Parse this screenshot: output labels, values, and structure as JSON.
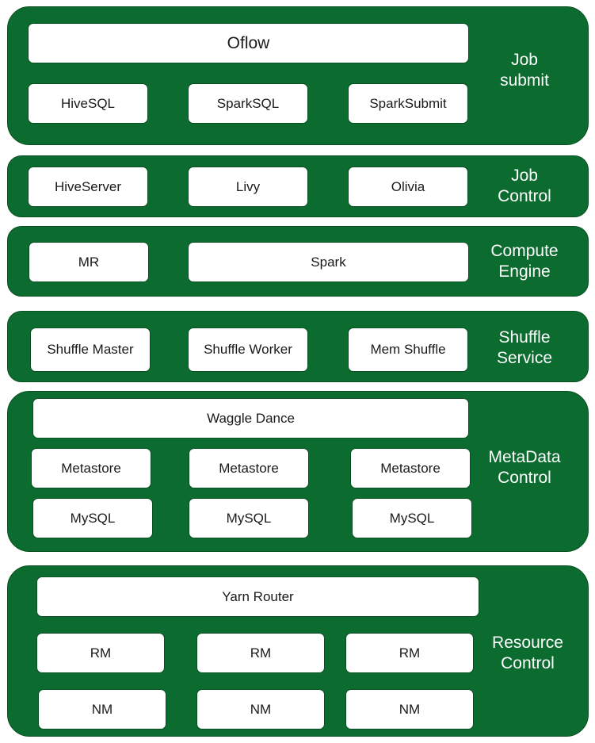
{
  "colors": {
    "layer_fill": "#0c6b2e",
    "box_fill": "#ffffff",
    "layer_text": "#ffffff"
  },
  "layers": {
    "job_submit": {
      "label": [
        "Job",
        "submit"
      ],
      "boxes": {
        "oflow": "Oflow",
        "hivesql": "HiveSQL",
        "sparksql": "SparkSQL",
        "sparksubmit": "SparkSubmit"
      }
    },
    "job_control": {
      "label": [
        "Job",
        "Control"
      ],
      "boxes": {
        "hiveserver": "HiveServer",
        "livy": "Livy",
        "olivia": "Olivia"
      }
    },
    "compute_engine": {
      "label": [
        "Compute",
        "Engine"
      ],
      "boxes": {
        "mr": "MR",
        "spark": "Spark"
      }
    },
    "shuffle_service": {
      "label": [
        "Shuffle",
        "Service"
      ],
      "boxes": {
        "shuffle_master": "Shuffle Master",
        "shuffle_worker": "Shuffle Worker",
        "mem_shuffle": "Mem Shuffle"
      }
    },
    "metadata_control": {
      "label": [
        "MetaData",
        "Control"
      ],
      "boxes": {
        "waggle_dance": "Waggle Dance",
        "metastore_1": "Metastore",
        "metastore_2": "Metastore",
        "metastore_3": "Metastore",
        "mysql_1": "MySQL",
        "mysql_2": "MySQL",
        "mysql_3": "MySQL"
      }
    },
    "resource_control": {
      "label": [
        "Resource",
        "Control"
      ],
      "boxes": {
        "yarn_router": "Yarn Router",
        "rm_1": "RM",
        "rm_2": "RM",
        "rm_3": "RM",
        "nm_1": "NM",
        "nm_2": "NM",
        "nm_3": "NM"
      }
    }
  }
}
